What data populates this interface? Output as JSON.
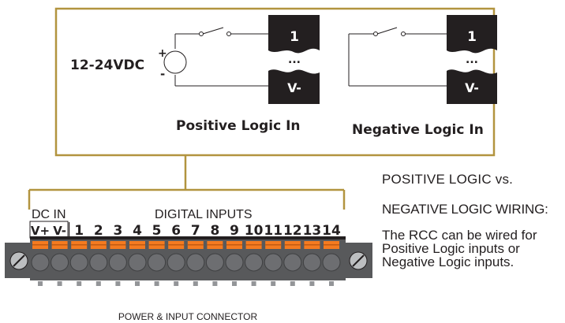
{
  "wiring_box": {
    "voltage_label": "12-24VDC",
    "plus_sign": "+",
    "minus_sign": "-",
    "positive_caption": "Positive Logic In",
    "negative_caption": "Negative Logic In",
    "terminal_top": "1",
    "terminal_mid": "...",
    "terminal_bottom": "V-"
  },
  "connector": {
    "dc_in_label": "DC IN",
    "digital_inputs_label": "DIGITAL INPUTS",
    "power_pins": [
      "V+",
      "V-"
    ],
    "input_pins": [
      "1",
      "2",
      "3",
      "4",
      "5",
      "6",
      "7",
      "8",
      "9",
      "10",
      "11",
      "12",
      "13",
      "14"
    ],
    "caption": "POWER & INPUT CONNECTOR"
  },
  "side_text": {
    "heading_1": "POSITIVE LOGIC vs.",
    "heading_2": "NEGATIVE LOGIC WIRING:",
    "body": "The RCC can be wired for Positive Logic inputs or Negative Logic inputs."
  },
  "colors": {
    "frame": "#b2943f",
    "terminal_orange": "#f47b20",
    "body_gray": "#58595b",
    "screw_gray": "#bcbec0",
    "ink": "#231f20"
  }
}
